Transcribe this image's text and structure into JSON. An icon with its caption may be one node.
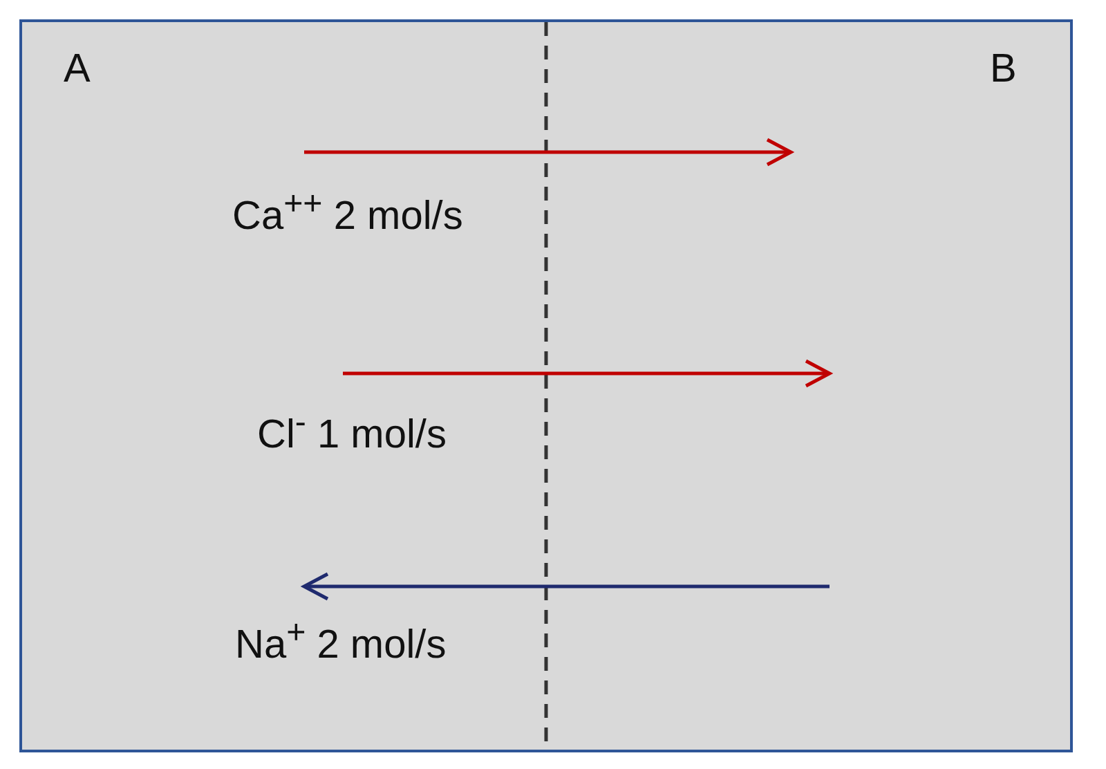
{
  "diagram": {
    "labels": [
      "A",
      "B",
      "Ca$^{++}$ 2 mol/s",
      "Cl$^{-}$ 1 mol/s",
      "Na$^{+}$ 2 mol/s"
    ]
  }
}
